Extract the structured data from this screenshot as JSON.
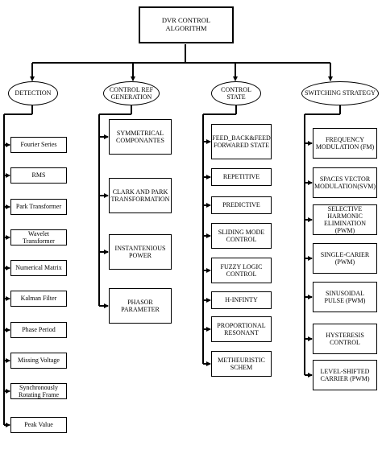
{
  "root": {
    "label": "DVR CONTROL ALGORITHM"
  },
  "categories": [
    {
      "label": "DETECTION",
      "items": [
        "Fourier Series",
        "RMS",
        "Park Transformer",
        "Wavelet Transformer",
        "Numerical Matrix",
        "Kalman Filter",
        "Phase Period",
        "Missing  Voltage",
        "Synchronously Rotating Frame",
        "Peak Value"
      ]
    },
    {
      "label": "CONTROL REF GENERATION",
      "items": [
        "SYMMETRICAL COMPONANTES",
        "CLARK AND PARK TRANSFORMATION",
        "INSTANTENIOUS POWER",
        "PHASOR PARAMETER"
      ]
    },
    {
      "label": "CONTROL STATE",
      "items": [
        "FEED_BACK&FEED FORWARED STATE",
        "REPETITIVE",
        "PREDICTIVE",
        "SLIDING MODE CONTROL",
        "FUZZY LOGIC CONTROL",
        "H-INFINTY",
        "PROPORTIONAL RESONANT",
        "METHEURISTIC SCHEM"
      ]
    },
    {
      "label": "SWITCHING STRATEGY",
      "items": [
        "FREQUENCY MODULATION (FM)",
        "SPACES VECTOR MODULATION(SVM)",
        "SELECTIVE HARMONIC ELIMINATION (PWM)",
        "SINGLE-CARIER (PWM)",
        "SINUSOIDAL PULSE (PWM)",
        "HYSTERESIS CONTROL",
        "LEVEL-SHIFTED CARRIER (PWM)"
      ]
    }
  ]
}
